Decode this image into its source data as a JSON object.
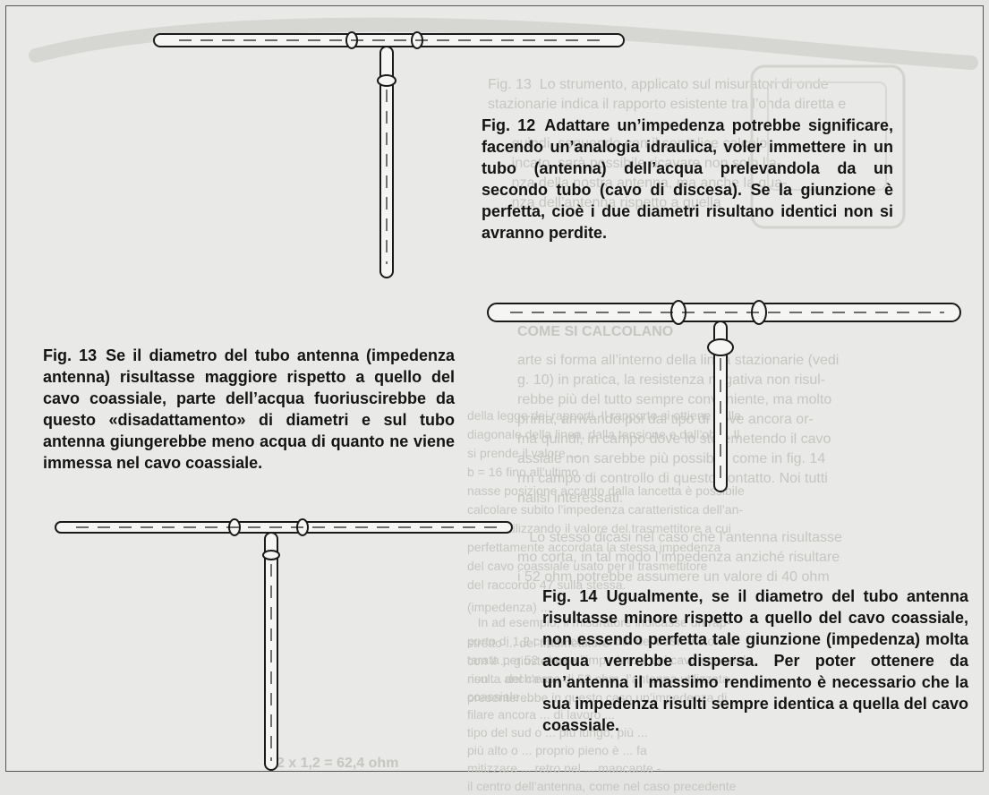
{
  "captions": {
    "fig12": {
      "number": "Fig. 12",
      "text": "Adattare un’impedenza potrebbe significare, facendo un’analogia idraulica, voler immettere in un tubo (antenna) dell’acqua prelevandola da un secondo tubo (cavo di discesa). Se la giunzione è perfetta, cioè i due diametri risultano identici non si avranno perdite."
    },
    "fig13": {
      "number": "Fig. 13",
      "text": "Se il diametro del tubo antenna (impedenza antenna) risultasse maggiore rispetto a quello del cavo coassiale, parte dell’acqua fuoriuscirebbe da questo «disadattamento» di diametri e sul tubo antenna giungerebbe meno acqua di quanto ne viene immessa nel cavo coassiale."
    },
    "fig14": {
      "number": "Fig. 14",
      "text": "Ugualmente, se il diametro del tubo antenna risultasse minore rispetto a quello del cavo coassiale, non essendo perfetta tale giunzione (impedenza) molta acqua verrebbe dispersa. Per poter ottenere da un’antenna il massimo rendimento è necessario che la sua impedenza risulti sempre identica a quella del cavo coassiale."
    }
  },
  "bleed_through": {
    "top_right": "Fig. 13  Lo strumento, applicato sul misuratori di onde\nstazionarie indica il rapporto esistente tra l’onda diretta e\n\n      quindi, seguendo con il semplice calcolo\n      incato, sarà possibile ricavare non solo l’a-\n      nza della nostra antenna, ma anche la qua-\n      nza dell’antenna rispetto a quella",
    "mid_heading": "COME SI CALCOLANO",
    "mid_right": "arte si forma all’interno della linea stazionarie (vedi\ng. 10) in pratica, la resistenza negativa non risul-\nrebbe più del tutto sempre conveniente, ma molto\nprima, arrivando poi dal tipo di dove ancora or-\nma quindi, in campo dove lo sto emetendo il cavo\nassiale non sarebbe più possibile come in fig. 14\nrm campo di controllo di questo contatto. Noi tutti\nnalisi interessati.\n\n   Lo stesso dicasi nel caso che l’antenna risultasse\nmo corta, in tal modo l’impedenza anziché risultare\ni 52 ohm potrebbe assumere un valore di 40 ohm",
    "mid_center": "della legge dei rapporti. Il rapporto si ottiene dalla\ndiagonale della linea, dalla tensione e dall’ohm. Il\nsi prende il valore ...\nb = 16 fino all’ultimo ...\nnasse posizione accanto dalla lancetta è possibile\ncalcolare subito l’impedenza caratteristica dell’an-\ntenna utilizzando il valore del trasmettitore a cui\nperfettamente accordata la stessa impedenza\ndel cavo coassiale usato per il trasmettitore\ndel raccordo 47 sulla stessa.\n\n   In ad esempio, il misuratore indicasse un rap-\nporto di 1,2 capito che l’uscita del trasmettitore è\ntarata per 52 ohm e l’impedenza del cavo coassiale\nrisulta anch’essa di 52 ohm, l’antenna utilizzata\npresenterebbe in questo caso un’impedenza di",
    "bottom_right": "(impedenza) ...\n\nstretto ... del trasmettitore\ncon il ... giusto della\nnon ... del cavo\ncoassiale ...\nfilare ancora ... di lavoro ...\ntipo del sud o ... più lungo, più ...\npiù alto o ... proprio pieno è ... fa\nmitizzare ... retro nel ... mancante -\nil centro dell’antenna, come nel caso precedente",
    "formula": "52 x 1,2 = 62,4 ohm"
  }
}
